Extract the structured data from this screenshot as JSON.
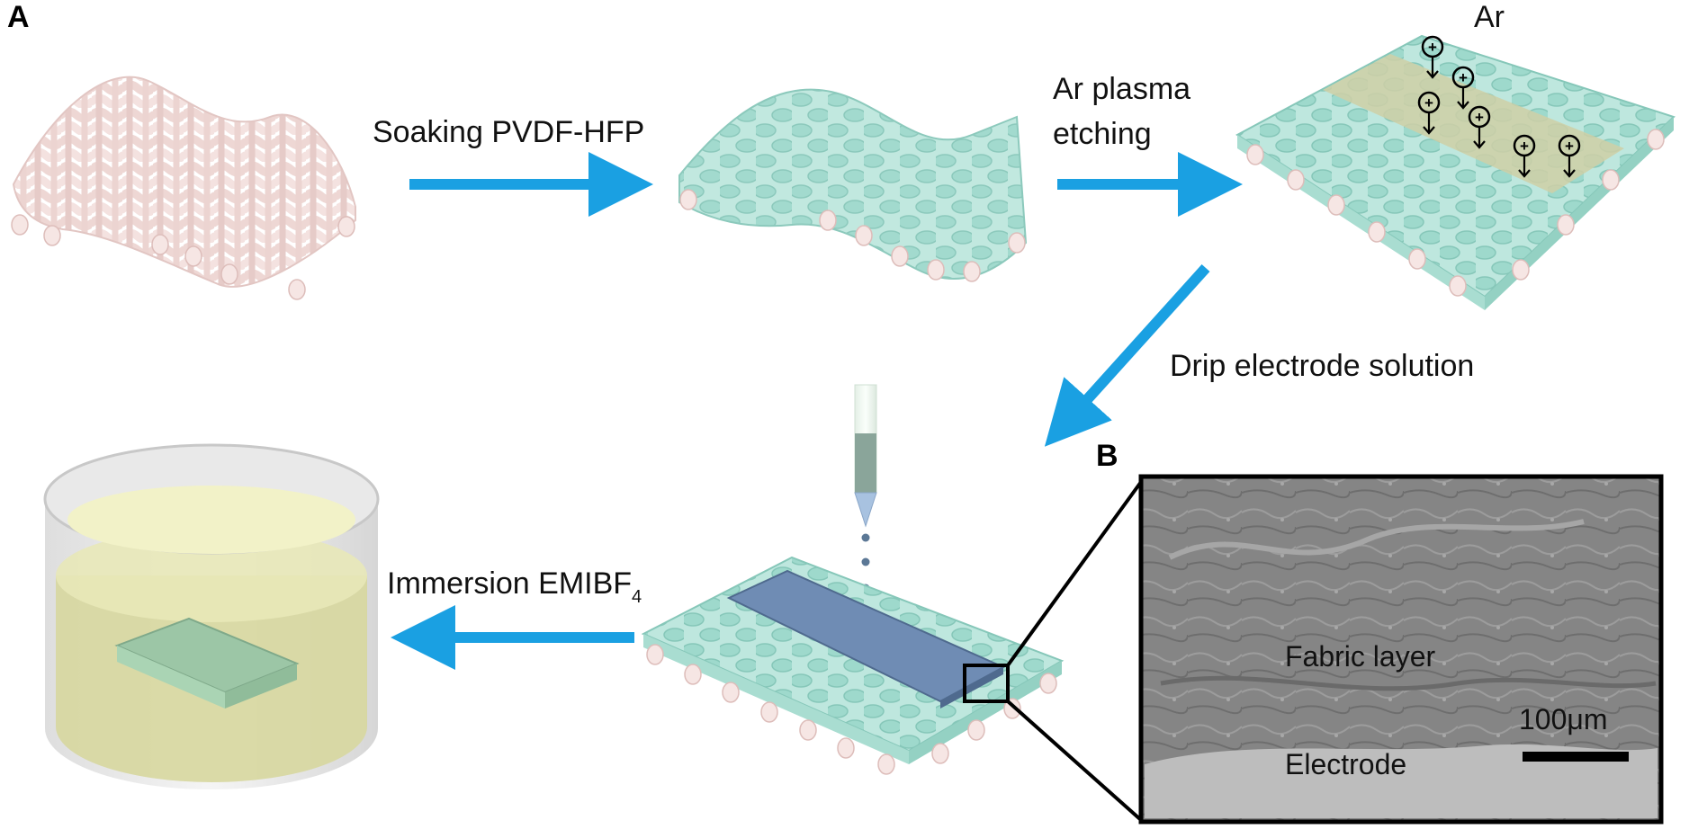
{
  "panels": {
    "a": "A",
    "b": "B"
  },
  "steps": {
    "soaking": "Soaking PVDF-HFP",
    "plasma_line1": "Ar plasma",
    "plasma_line2": "etching",
    "ar": "Ar",
    "drip": "Drip electrode solution",
    "immersion": "Immersion EMIBF",
    "immersion_sub": "4"
  },
  "sem": {
    "fabric_label": "Fabric layer",
    "electrode_label": "Electrode",
    "scale_bar": "100μm"
  },
  "ion_symbol": "+",
  "colors": {
    "arrow": "#1AA0E2",
    "fabric_yarn": "#F2DEDC",
    "coated_yarn": "#9ED9CC",
    "etched_region": "#CFCFA6",
    "electrode": "#6F8CB4",
    "liquid": "#D7D79E",
    "sem_gray": "#8A8A8A"
  }
}
